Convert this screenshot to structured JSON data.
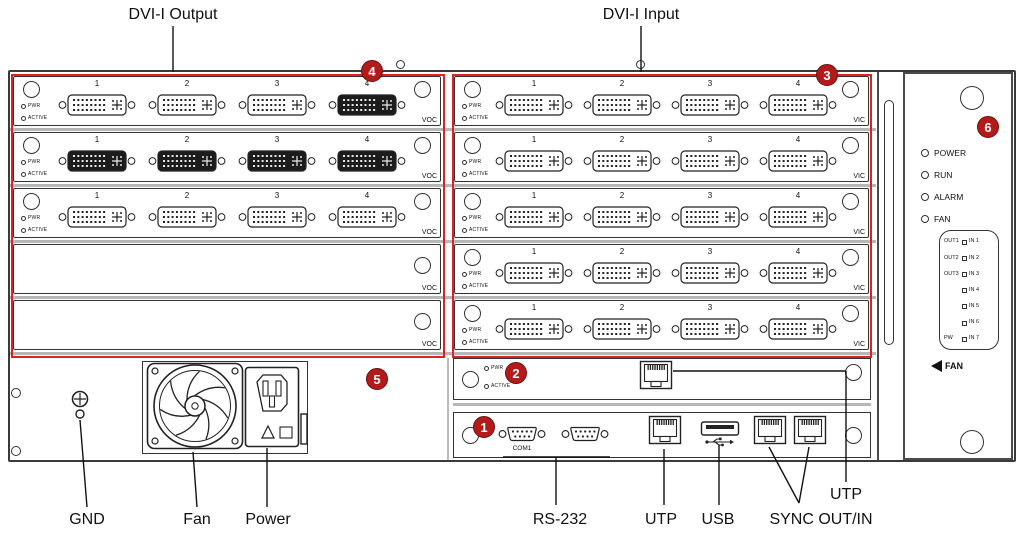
{
  "titles": {
    "output": "DVI-I Output",
    "input": "DVI-I Input"
  },
  "callouts": [
    {
      "num": "1"
    },
    {
      "num": "2"
    },
    {
      "num": "3"
    },
    {
      "num": "4"
    },
    {
      "num": "5"
    },
    {
      "num": "6"
    }
  ],
  "card_labels": {
    "pwr": "PWR",
    "active": "ACTIVE",
    "ports": [
      "1",
      "2",
      "3",
      "4"
    ]
  },
  "output_section": {
    "tag": "VOC",
    "rows": [
      {
        "kind": "card",
        "dark_ports": [
          3
        ]
      },
      {
        "kind": "card",
        "dark": true
      },
      {
        "kind": "card"
      },
      {
        "kind": "blank"
      },
      {
        "kind": "blank"
      }
    ]
  },
  "input_section": {
    "tag": "VIC",
    "rows": [
      {
        "kind": "card"
      },
      {
        "kind": "card"
      },
      {
        "kind": "card"
      },
      {
        "kind": "card"
      },
      {
        "kind": "card"
      }
    ]
  },
  "control_panel": {
    "leds": [
      "POWER",
      "RUN",
      "ALARM",
      "FAN"
    ],
    "terminal_rows": [
      {
        "l": "OUT1",
        "r": "IN 1"
      },
      {
        "l": "OUT2",
        "r": "IN 2"
      },
      {
        "l": "OUT3",
        "r": "IN 3"
      },
      {
        "l": "",
        "r": "IN 4"
      },
      {
        "l": "",
        "r": "IN 5"
      },
      {
        "l": "",
        "r": "IN 6"
      },
      {
        "l": "PW",
        "r": "IN 7"
      }
    ],
    "fan_label": "FAN"
  },
  "control_card": {
    "pwr": "PWR",
    "active": "ACTIVE",
    "com": "COM1"
  },
  "bottom_labels": {
    "gnd": "GND",
    "fan": "Fan",
    "power": "Power",
    "rs232": "RS-232",
    "utp": "UTP",
    "usb": "USB",
    "sync": "SYNC OUT/IN",
    "utp_top": "UTP"
  },
  "colors": {
    "outline": "#222222",
    "red_box": "#dd2222",
    "callout_bg": "#b31b1b"
  }
}
